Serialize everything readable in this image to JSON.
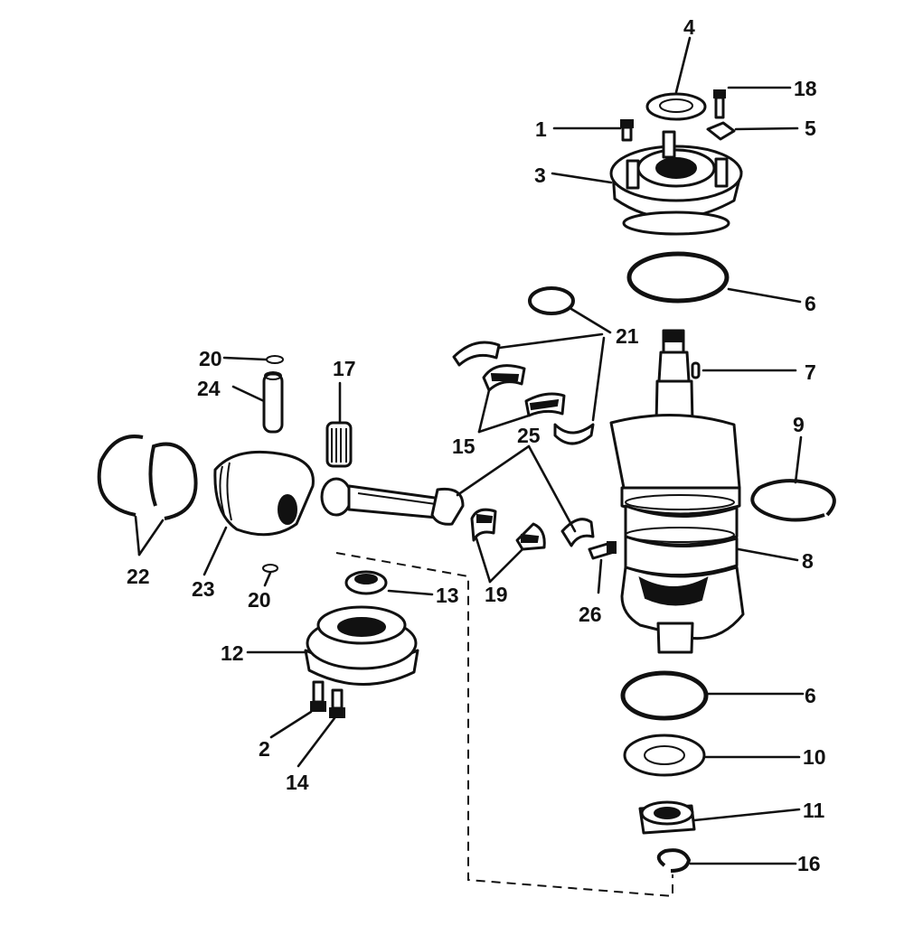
{
  "callouts": {
    "c1": "1",
    "c2": "2",
    "c3": "3",
    "c4": "4",
    "c5": "5",
    "c6a": "6",
    "c6b": "6",
    "c7": "7",
    "c8": "8",
    "c9": "9",
    "c10": "10",
    "c11": "11",
    "c12": "12",
    "c13": "13",
    "c14": "14",
    "c15": "15",
    "c16": "16",
    "c17": "17",
    "c18": "18",
    "c19": "19",
    "c20a": "20",
    "c20b": "20",
    "c21": "21",
    "c22": "22",
    "c23": "23",
    "c24": "24",
    "c25": "25",
    "c26": "26"
  }
}
